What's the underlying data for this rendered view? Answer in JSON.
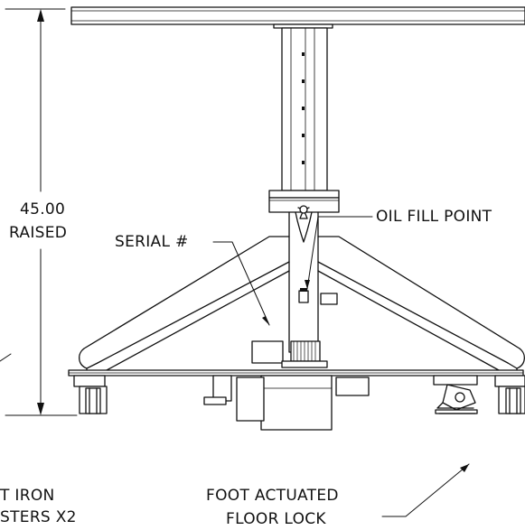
{
  "dimension": {
    "value": "45.00",
    "state": "RAISED"
  },
  "callouts": {
    "serial": "SERIAL #",
    "oil_fill": "OIL FILL POINT",
    "foot_lock_line1": "FOOT ACTUATED",
    "foot_lock_line2": "FLOOR LOCK",
    "casters_line1": "T IRON",
    "casters_line2": "STERS X2"
  },
  "colors": {
    "line": "#111111",
    "background": "#ffffff",
    "shade": "#d9d9d9"
  }
}
